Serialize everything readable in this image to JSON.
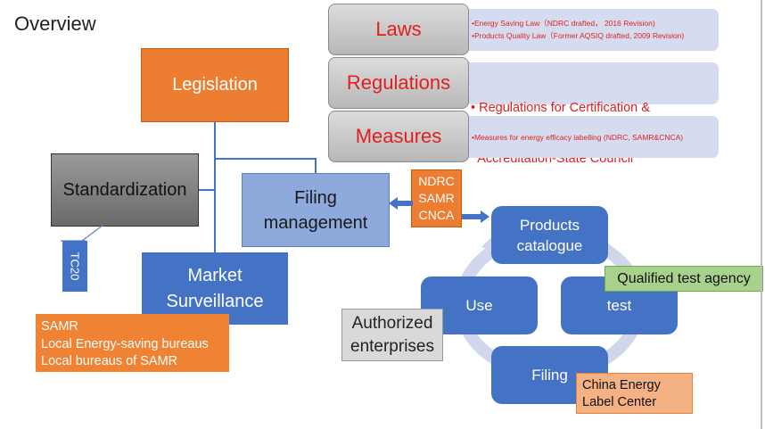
{
  "title": "Overview",
  "legislation": "Legislation",
  "standardization": "Standardization",
  "tc": "TC20",
  "filing_management": [
    "Filing",
    "management"
  ],
  "market_surveillance": [
    "Market",
    "Surveillance"
  ],
  "market_orgs": [
    "SAMR",
    "Local Energy-saving bureaus",
    "Local bureaus of SAMR"
  ],
  "legal": [
    {
      "label": "Laws",
      "lines": [
        "•Energy Saving Law（NDRC drafted， 2016 Revision)",
        "•Products Quality Law（Former AQSIQ drafted, 2009 Revision)"
      ]
    },
    {
      "label": "Regulations",
      "lines": [
        "• Regulations for Certification &",
        "  Accreditation-State Council"
      ]
    },
    {
      "label": "Measures",
      "lines": [
        "•Measures for energy efficacy labelling (NDRC, SAMR&CNCA)"
      ]
    }
  ],
  "agencies": [
    "NDRC",
    "SAMR",
    "CNCA"
  ],
  "cycle": {
    "products": [
      "Products",
      "catalogue"
    ],
    "test": "test",
    "filing": "Filing",
    "use": "Use"
  },
  "qualified": "Qualified test agency",
  "authorized": [
    "Authorized",
    "enterprises"
  ],
  "china_label": [
    "China Energy",
    "Label Center"
  ],
  "colors": {
    "orange": "#ED7D31",
    "blue": "#4472C4",
    "light_blue": "#8EA9DB",
    "red_text": "#E02020",
    "green": "#A9D18E"
  }
}
